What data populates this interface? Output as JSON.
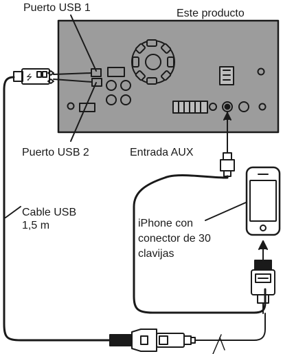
{
  "labels": {
    "usb_port_1": "Puerto USB 1",
    "product": "Este producto",
    "usb_port_2": "Puerto USB 2",
    "aux_input": "Entrada AUX",
    "usb_cable": "Cable USB\n1,5 m",
    "iphone": "iPhone con\nconector de 30\nclavijas"
  },
  "colors": {
    "unit_fill": "#9c9c9c",
    "outline": "#1a1a1a",
    "background": "#ffffff"
  }
}
